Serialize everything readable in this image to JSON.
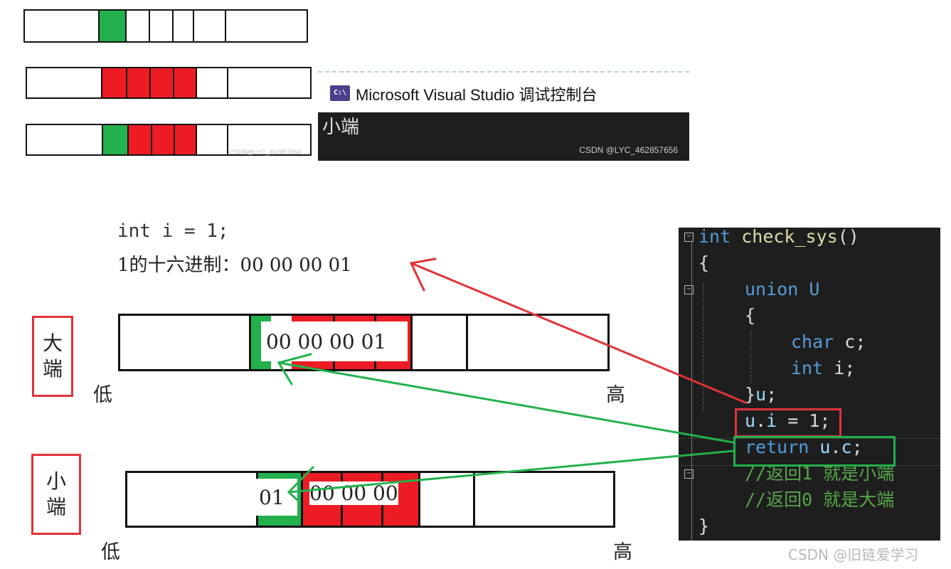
{
  "console": {
    "icon_text": "C:\\",
    "title": "Microsoft Visual Studio 调试控制台",
    "output": "小端",
    "watermark": "CSDN @LYC_462857656"
  },
  "top_watermark": "CSDN@LYC_462857656",
  "notes": {
    "decl": "int i = 1;",
    "hex": "1的十六进制：00 00 00  01"
  },
  "big_endian": {
    "label_line1": "大",
    "label_line2": "端",
    "bytes": "00 00 00 01",
    "low": "低",
    "high": "高"
  },
  "little_endian": {
    "label_line1": "小",
    "label_line2": "端",
    "first_byte": "01",
    "rest_bytes": "00 00 00",
    "low": "低",
    "high": "高"
  },
  "code": {
    "line1_kw": "int",
    "line1_fn": "check_sys",
    "line1_punc": "()",
    "line2": "{",
    "line3_kw": "union",
    "line3_name": "U",
    "line4": "{",
    "line5_kw": "char",
    "line5_rest": "c;",
    "line6_kw": "int",
    "line6_rest": "i;",
    "line7_brace": "}",
    "line7_var": "u",
    "line7_semi": ";",
    "line8_u": "u",
    "line8_dot": ".",
    "line8_i": "i",
    "line8_rest": " = 1;",
    "line9_kw": "return",
    "line9_u": "u",
    "line9_dot": ".",
    "line9_c": "c",
    "line9_semi": ";",
    "line10": "//返回1 就是小端",
    "line11": "//返回0 就是大端",
    "line12": "}"
  },
  "watermark": "CSDN @旧链爱学习",
  "colors": {
    "green": "#22b14c",
    "red": "#ed1c24",
    "editor_bg": "#1e1e1e"
  }
}
